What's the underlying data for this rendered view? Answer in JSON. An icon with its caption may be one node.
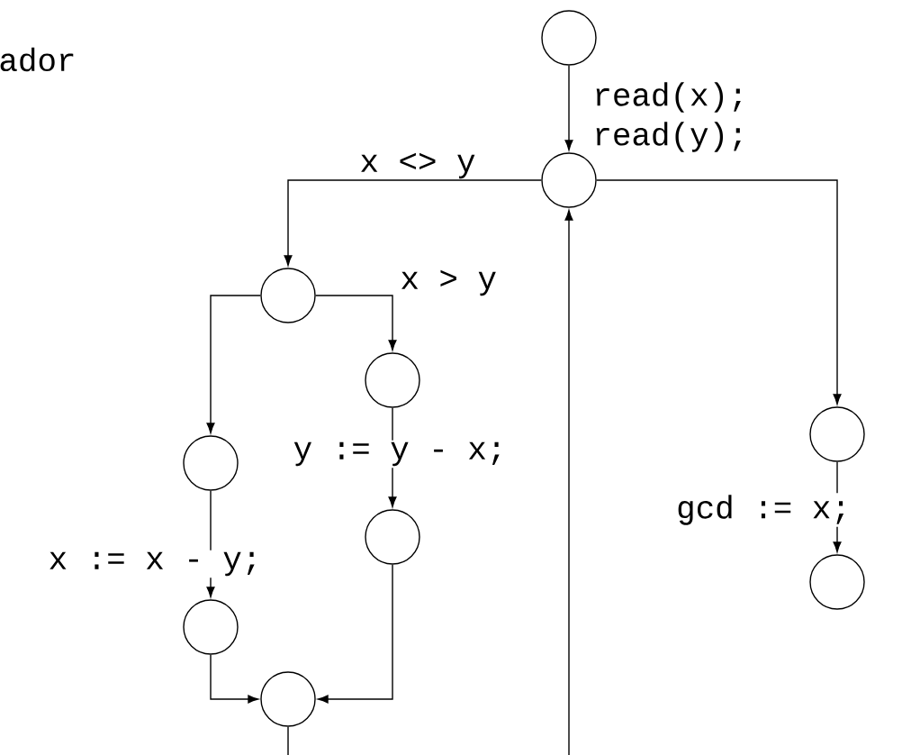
{
  "diagram": {
    "nodes": [
      {
        "text": [],
        "shape": "circle"
      },
      {
        "text": [],
        "shape": "circle"
      },
      {
        "text": [],
        "shape": "circle"
      },
      {
        "text": [],
        "shape": "circle"
      },
      {
        "text": [],
        "shape": "circle"
      },
      {
        "text": [],
        "shape": "circle"
      },
      {
        "text": [],
        "shape": "circle"
      },
      {
        "text": [],
        "shape": "circle"
      },
      {
        "text": [],
        "shape": "circle"
      },
      {
        "text": [],
        "shape": "circle"
      }
    ],
    "edges": [
      {
        "from": 0,
        "to": 1,
        "arrow": "to",
        "label": "read(x); read(y);"
      },
      {
        "from": 1,
        "to": 2,
        "arrow": "to",
        "label": "x <> y"
      },
      {
        "from": 1,
        "to": 8,
        "arrow": "to"
      },
      {
        "from": 2,
        "to": 3,
        "arrow": "to",
        "label": "x > y"
      },
      {
        "from": 2,
        "to": 5,
        "arrow": "to"
      },
      {
        "from": 3,
        "to": 4,
        "arrow": "to",
        "label": "y := y - x;"
      },
      {
        "from": 5,
        "to": 6,
        "arrow": "to",
        "label": "x := x - y;"
      },
      {
        "from": 6,
        "to": 7,
        "arrow": "to"
      },
      {
        "from": 4,
        "to": 7,
        "arrow": "to"
      },
      {
        "from": 7,
        "to": 1,
        "arrow": "to"
      },
      {
        "from": 8,
        "to": 9,
        "arrow": "to",
        "label": "gcd := x;"
      }
    ],
    "labels": [
      "ador"
    ]
  }
}
